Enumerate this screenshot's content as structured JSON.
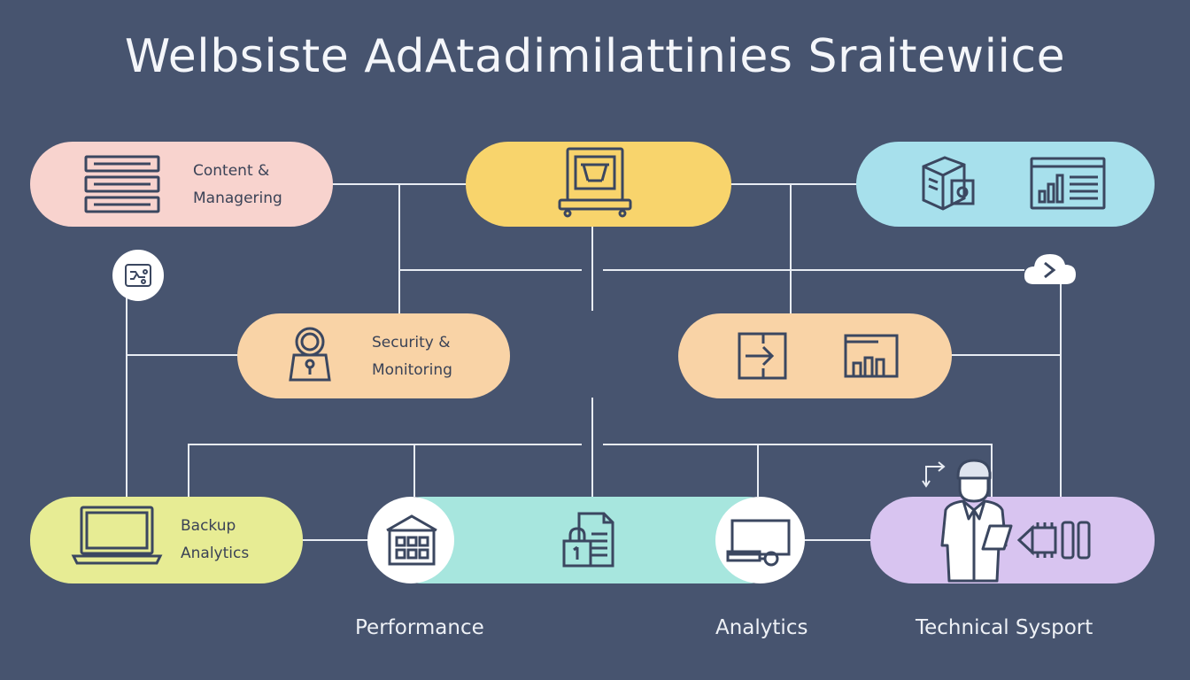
{
  "title": "Welbsiste AdAtadimilattinies Sraitewiice",
  "colors": {
    "background": "#47546f",
    "line": "#e8ecf3",
    "icon": "#3b4760",
    "pink": "#f8d3ce",
    "yellow": "#f8d46c",
    "cyan": "#a7e0ec",
    "peach": "#f9d3a6",
    "lime": "#e7ec94",
    "mint": "#a7e6de",
    "lavender": "#d8c4f0"
  },
  "nodes": {
    "content": {
      "line1": "Content &",
      "line2": "Managering",
      "icon": "server-stack-icon"
    },
    "center_top": {
      "icon": "document-printer-icon"
    },
    "top_right": {
      "icons": [
        "cube-icon",
        "bar-chart-window-icon"
      ]
    },
    "security": {
      "line1": "Security &",
      "line2": "Monitoring",
      "icon": "padlock-icon"
    },
    "mid_right": {
      "icons": [
        "arrow-box-icon",
        "bar-chart-icon"
      ]
    },
    "backup": {
      "line1": "Backup",
      "line2": "Analytics",
      "icon": "laptop-icon"
    },
    "bottom_mid": {
      "icons": [
        "building-icon",
        "locked-document-icon",
        "monitor-tracker-icon"
      ]
    },
    "tech": {
      "icons": [
        "technician-icon",
        "tablet-icon",
        "chip-icon"
      ]
    },
    "side_icons": [
      "circuit-badge-icon",
      "cloud-arrow-icon",
      "corner-arrow-icon"
    ]
  },
  "captions": {
    "performance": "Performance",
    "analytics": "Analytics",
    "technical": "Technical Sysport"
  }
}
